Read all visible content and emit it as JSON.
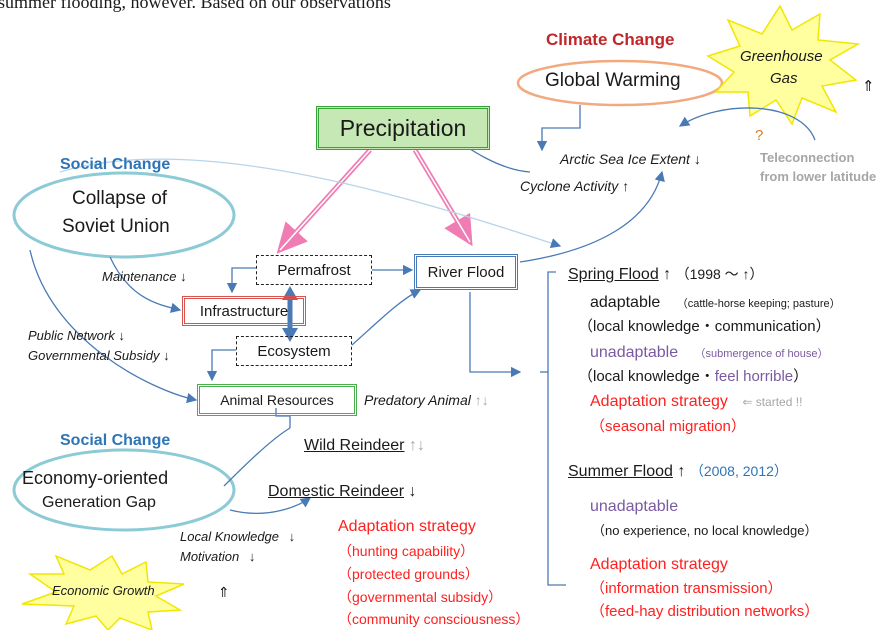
{
  "intro_text": "summer flooding, however. Based on our observations",
  "climate": {
    "heading": "Climate Change",
    "global_warming": "Global Warming",
    "greenhouse_line1": "Greenhouse",
    "greenhouse_line2": "Gas",
    "greenhouse_arrow": "⇑",
    "arctic": "Arctic Sea Ice Extent",
    "arctic_arrow": "↓",
    "question": "?",
    "teleconnection_line1": "Teleconnection",
    "teleconnection_line2": "from lower latitude",
    "cyclone": "Cyclone Activity",
    "cyclone_arrow": "↑"
  },
  "precipitation": "Precipitation",
  "social1": {
    "heading": "Social Change",
    "line1": "Collapse of",
    "line2": "Soviet Union"
  },
  "nodes": {
    "permafrost": "Permafrost",
    "river_flood": "River Flood",
    "infrastructure": "Infrastructure",
    "ecosystem": "Ecosystem",
    "animal_resources": "Animal Resources"
  },
  "edge_labels": {
    "maintenance": "Maintenance",
    "maintenance_arrow": "↓",
    "public_network": "Public Network",
    "public_network_arrow": "↓",
    "gov_subsidy": "Governmental Subsidy",
    "gov_subsidy_arrow": "↓",
    "predatory": "Predatory Animal",
    "predatory_arrows": "↑↓"
  },
  "spring": {
    "title": "Spring Flood",
    "arrow": "↑",
    "years": "（1998 〜 ↑）",
    "adaptable": "adaptable",
    "adaptable_note": "（cattle-horse keeping; pasture）",
    "adaptable_detail": "（local knowledge・communication）",
    "unadaptable": "unadaptable",
    "unadaptable_note": "（submergence of house）",
    "unadaptable_detail_a": "（local knowledge・",
    "unadaptable_detail_b": "feel horrible",
    "unadaptable_detail_c": "）",
    "strategy": "Adaptation strategy",
    "started": "⇐ started !!",
    "strategy_item": "（seasonal migration）"
  },
  "summer": {
    "title": "Summer Flood",
    "arrow": "↑",
    "years": "（2008, 2012）",
    "unadaptable": "unadaptable",
    "unadaptable_detail": "（no experience, no local knowledge）",
    "strategy": "Adaptation strategy",
    "items": [
      "（information transmission）",
      "（feed-hay distribution networks）"
    ]
  },
  "reindeer": {
    "wild": "Wild Reindeer",
    "wild_arrows": "↑↓",
    "domestic": "Domestic Reindeer",
    "domestic_arrow": "↓",
    "strategy": "Adaptation strategy",
    "items": [
      "（hunting capability）",
      "（protected grounds）",
      "（governmental subsidy）",
      "（community consciousness）"
    ]
  },
  "social2": {
    "heading": "Social Change",
    "line1": "Economy-oriented",
    "line2": "Generation Gap",
    "local_knowledge": "Local Knowledge",
    "local_knowledge_arrow": "↓",
    "motivation": "Motivation",
    "motivation_arrow": "↓"
  },
  "economic": {
    "label": "Economic Growth",
    "arrow": "⇑"
  },
  "colors": {
    "blue_heading": "#2e75b6",
    "red_heading": "#c0262a",
    "strategy_red": "#ff2020",
    "purple": "#7a5aa0",
    "grey": "#a6a6a6",
    "precip_green": "#c6e8b4",
    "star_yellow": "#ffff66"
  }
}
